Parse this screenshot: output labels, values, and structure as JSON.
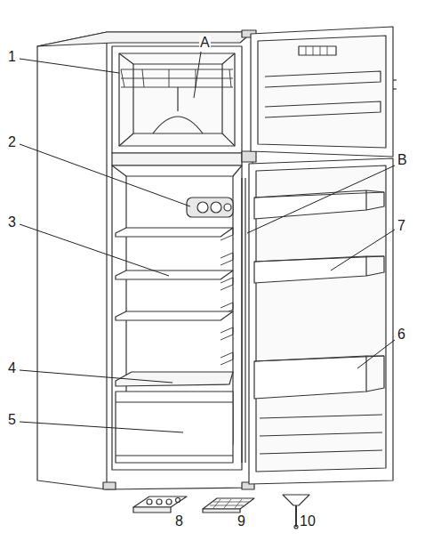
{
  "diagram": {
    "labels": [
      "1",
      "A",
      "2",
      "B",
      "3",
      "7",
      "4",
      "6",
      "5",
      "8",
      "9",
      "10"
    ]
  }
}
